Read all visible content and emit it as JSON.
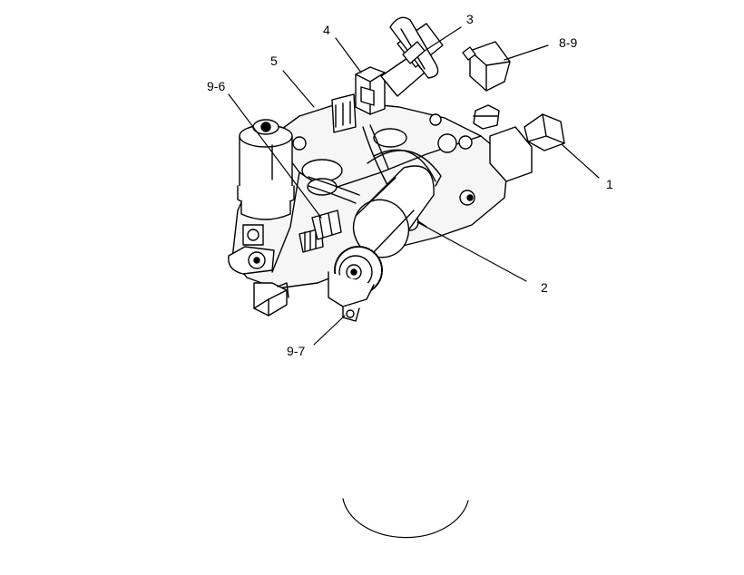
{
  "callouts": {
    "c1": "1",
    "c2": "2",
    "c3": "3",
    "c4": "4",
    "c5": "5",
    "c8_9": "8-9",
    "c9_6": "9-6",
    "c9_7": "9-7"
  },
  "colors": {
    "line": "#000000",
    "fill": "#ffffff",
    "shade": "#e9e9e9"
  }
}
